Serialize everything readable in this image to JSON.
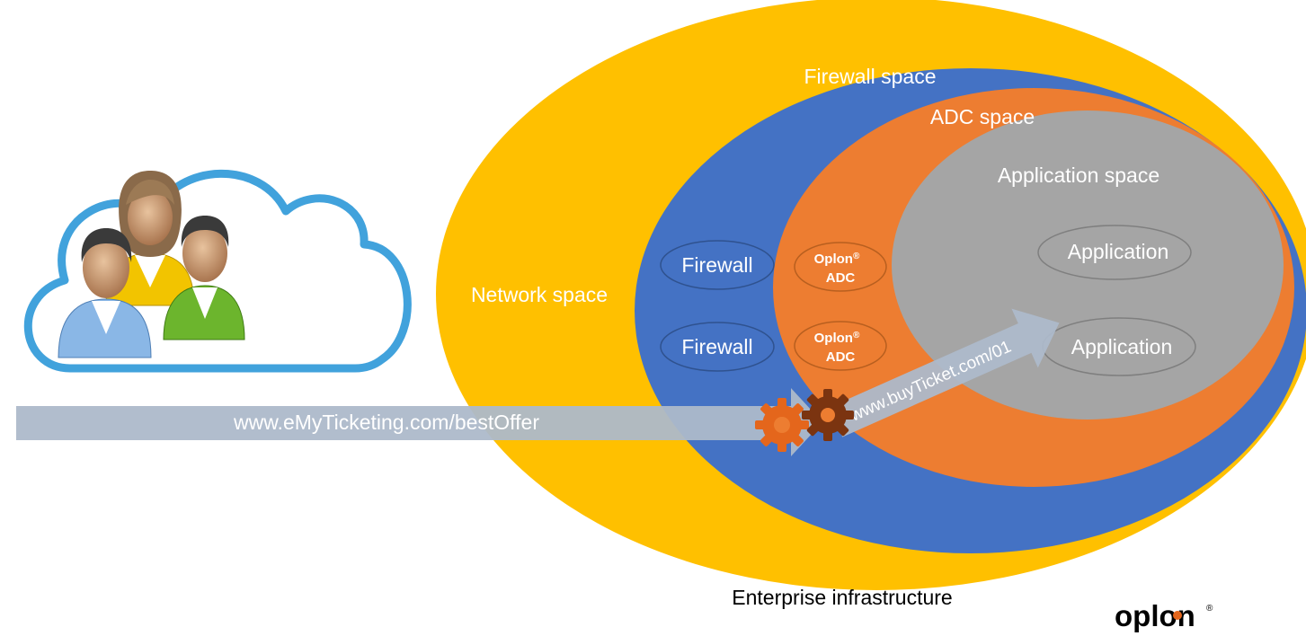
{
  "diagram": {
    "zones": {
      "network": {
        "label": "Network space",
        "color": "#FFC000"
      },
      "firewall": {
        "label": "Firewall space",
        "color": "#4472C4"
      },
      "adc": {
        "label": "ADC space",
        "color": "#ED7D31"
      },
      "application": {
        "label": "Application space",
        "color": "#A5A5A5"
      }
    },
    "firewalls": [
      {
        "label": "Firewall"
      },
      {
        "label": "Firewall"
      }
    ],
    "adcs": [
      {
        "brand": "Oplon",
        "registered": "®",
        "suffix": "ADC"
      },
      {
        "brand": "Oplon",
        "registered": "®",
        "suffix": "ADC"
      }
    ],
    "applications": [
      {
        "label": "Application"
      },
      {
        "label": "Application"
      }
    ],
    "incoming_request": {
      "url": "www.eMyTicketing.com/bestOffer"
    },
    "rewritten_request": {
      "url": "www.buyTicket.com/01"
    },
    "caption": "Enterprise infrastructure",
    "logo": {
      "text": "oplon",
      "registered": "®",
      "accent": "#E4661C"
    },
    "icons": [
      "cloud-icon",
      "users-icon",
      "gear-icon",
      "gear-icon"
    ]
  }
}
